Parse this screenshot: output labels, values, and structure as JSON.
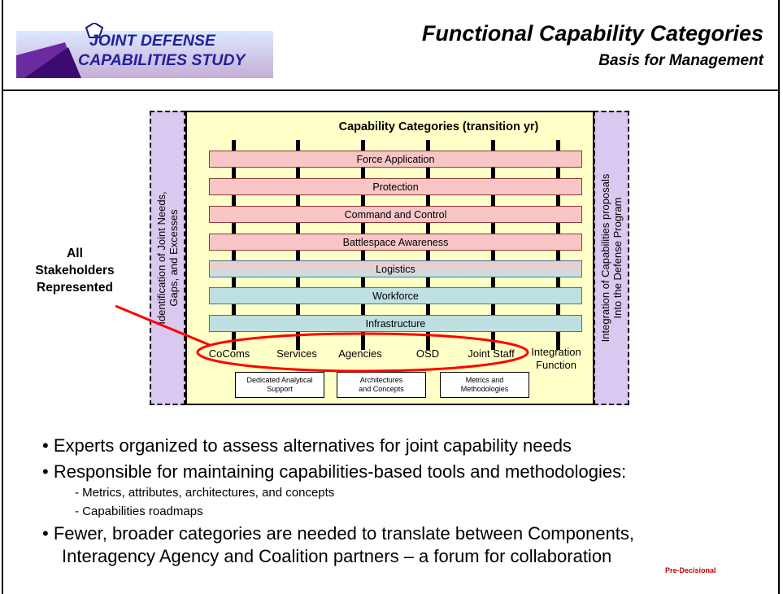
{
  "header": {
    "logo_line1": "JOINT DEFENSE",
    "logo_line2": "CAPABILITIES STUDY",
    "title": "Functional Capability Categories",
    "subtitle": "Basis for Management"
  },
  "diagram": {
    "box_title": "Capability Categories (transition yr)",
    "left_panel_line1": "Identification of Joint Needs,",
    "left_panel_line2": "Gaps, and Excesses",
    "right_panel_line1": "Integration of  Capabilities proposals",
    "right_panel_line2": "Into the Defense Program",
    "categories": [
      "Force Application",
      "Protection",
      "Command and Control",
      "Battlespace Awareness",
      "Logistics",
      "Workforce",
      "Infrastructure"
    ],
    "columns": [
      "CoComs",
      "Services",
      "Agencies",
      "OSD",
      "Joint Staff"
    ],
    "integration_line1": "Integration",
    "integration_line2": "Function",
    "support_boxes": [
      {
        "line1": "Dedicated Analytical",
        "line2": "Support"
      },
      {
        "line1": "Architectures",
        "line2": "and Concepts"
      },
      {
        "line1": "Metrics and",
        "line2": "Methodologies"
      }
    ],
    "stakeholder_line1": "All",
    "stakeholder_line2": "Stakeholders",
    "stakeholder_line3": "Represented",
    "colors": {
      "panel_purple": "#d9c8f0",
      "box_yellow": "#ffffc8",
      "band_red": "#f8c6c6",
      "band_blue": "#bfe0e2",
      "ellipse_red": "#ff0000"
    }
  },
  "bullets": {
    "b1": "• Experts organized to assess alternatives for joint capability needs",
    "b2": "• Responsible for maintaining capabilities-based tools and methodologies:",
    "b2_sub1": "- Metrics, attributes, architectures, and concepts",
    "b2_sub2": "- Capabilities roadmaps",
    "b3_line1": "• Fewer, broader categories are needed to translate between Components,",
    "b3_line2": "Interagency Agency and Coalition partners – a forum for collaboration"
  },
  "footer": {
    "marking": "Pre-Decisional"
  }
}
